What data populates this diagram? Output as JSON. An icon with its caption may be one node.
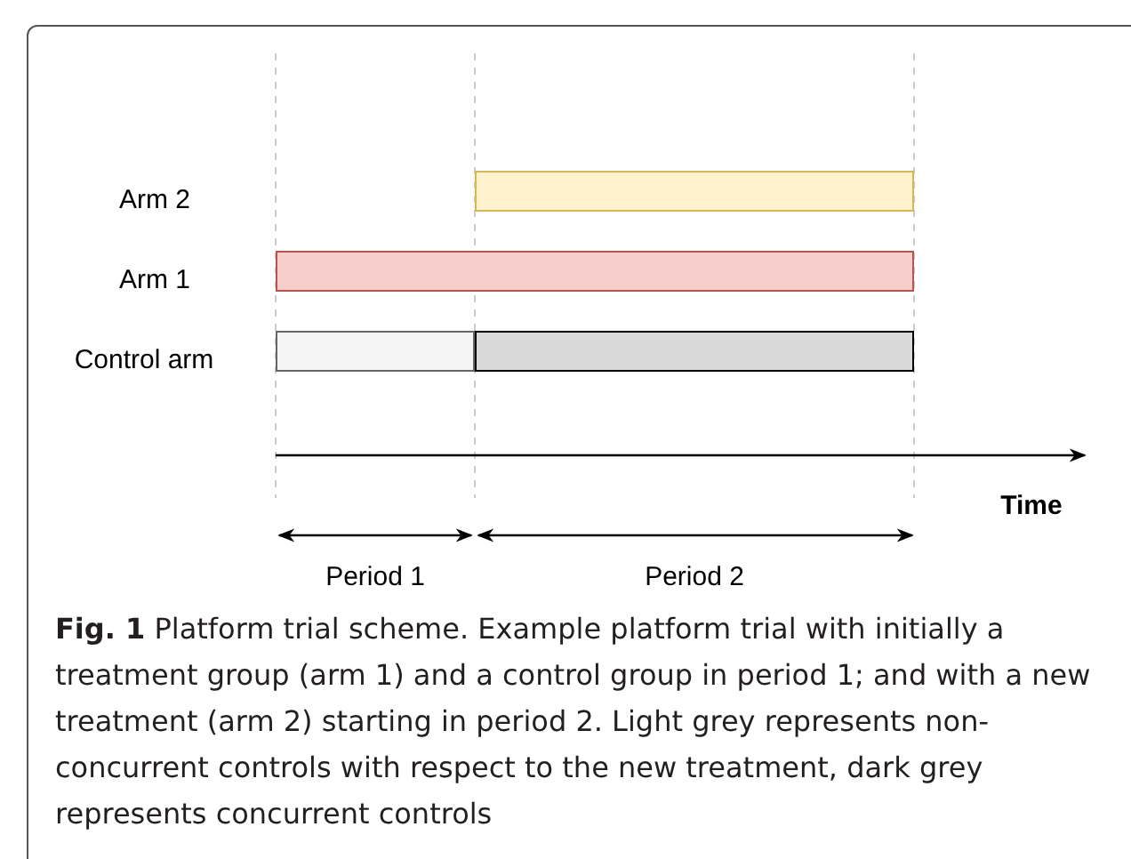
{
  "diagram": {
    "caption": "**Fig. 1** Platform trial scheme. Example platform trial with initially a treatment group (arm 1) and a control group in period 1; and with a new treatment (arm 2) starting in period 2. Light grey represents non-concurrent controls with respect to the new treatment, dark grey represents concurrent controls",
    "nodes": [
      {
        "text": [],
        "shape": "bar"
      },
      {
        "text": [],
        "shape": "bar"
      },
      {
        "text": [],
        "shape": "bar"
      },
      {
        "text": [],
        "shape": "bar"
      }
    ],
    "labels": [
      "Arm 2",
      "Arm 1",
      "Control arm",
      "Time",
      "Period 1",
      "Period 2"
    ]
  }
}
